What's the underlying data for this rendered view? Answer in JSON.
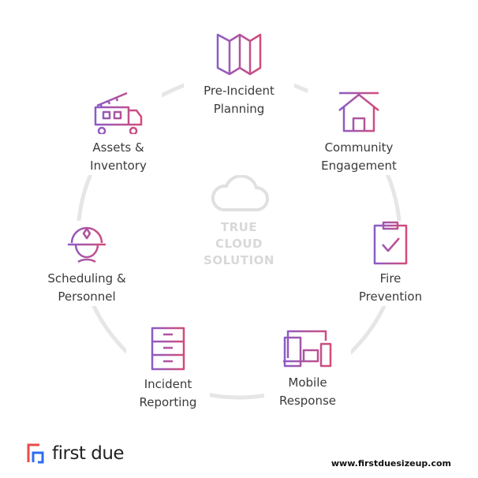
{
  "center": {
    "icon": "cloud-icon",
    "lines": [
      "TRUE",
      "CLOUD",
      "SOLUTION"
    ]
  },
  "nodes": [
    {
      "id": "pre-incident-planning",
      "icon": "map-icon",
      "lines": [
        "Pre-Incident",
        "Planning"
      ]
    },
    {
      "id": "community-engagement",
      "icon": "house-icon",
      "lines": [
        "Community",
        "Engagement"
      ]
    },
    {
      "id": "fire-prevention",
      "icon": "clipboard-check-icon",
      "lines": [
        "Fire",
        "Prevention"
      ]
    },
    {
      "id": "mobile-response",
      "icon": "devices-icon",
      "lines": [
        "Mobile",
        "Response"
      ]
    },
    {
      "id": "incident-reporting",
      "icon": "file-cabinet-icon",
      "lines": [
        "Incident",
        "Reporting"
      ]
    },
    {
      "id": "scheduling-personnel",
      "icon": "firefighter-icon",
      "lines": [
        "Scheduling &",
        "Personnel"
      ]
    },
    {
      "id": "assets-inventory",
      "icon": "fire-truck-icon",
      "lines": [
        "Assets &",
        "Inventory"
      ]
    }
  ],
  "footer": {
    "brand": "first due",
    "url": "www.firstduesizeup.com"
  },
  "colors": {
    "gradient_start": "#8a5cc7",
    "gradient_end": "#d44c78",
    "ring": "#e6e6e6",
    "center_text": "#d8d8d8"
  }
}
